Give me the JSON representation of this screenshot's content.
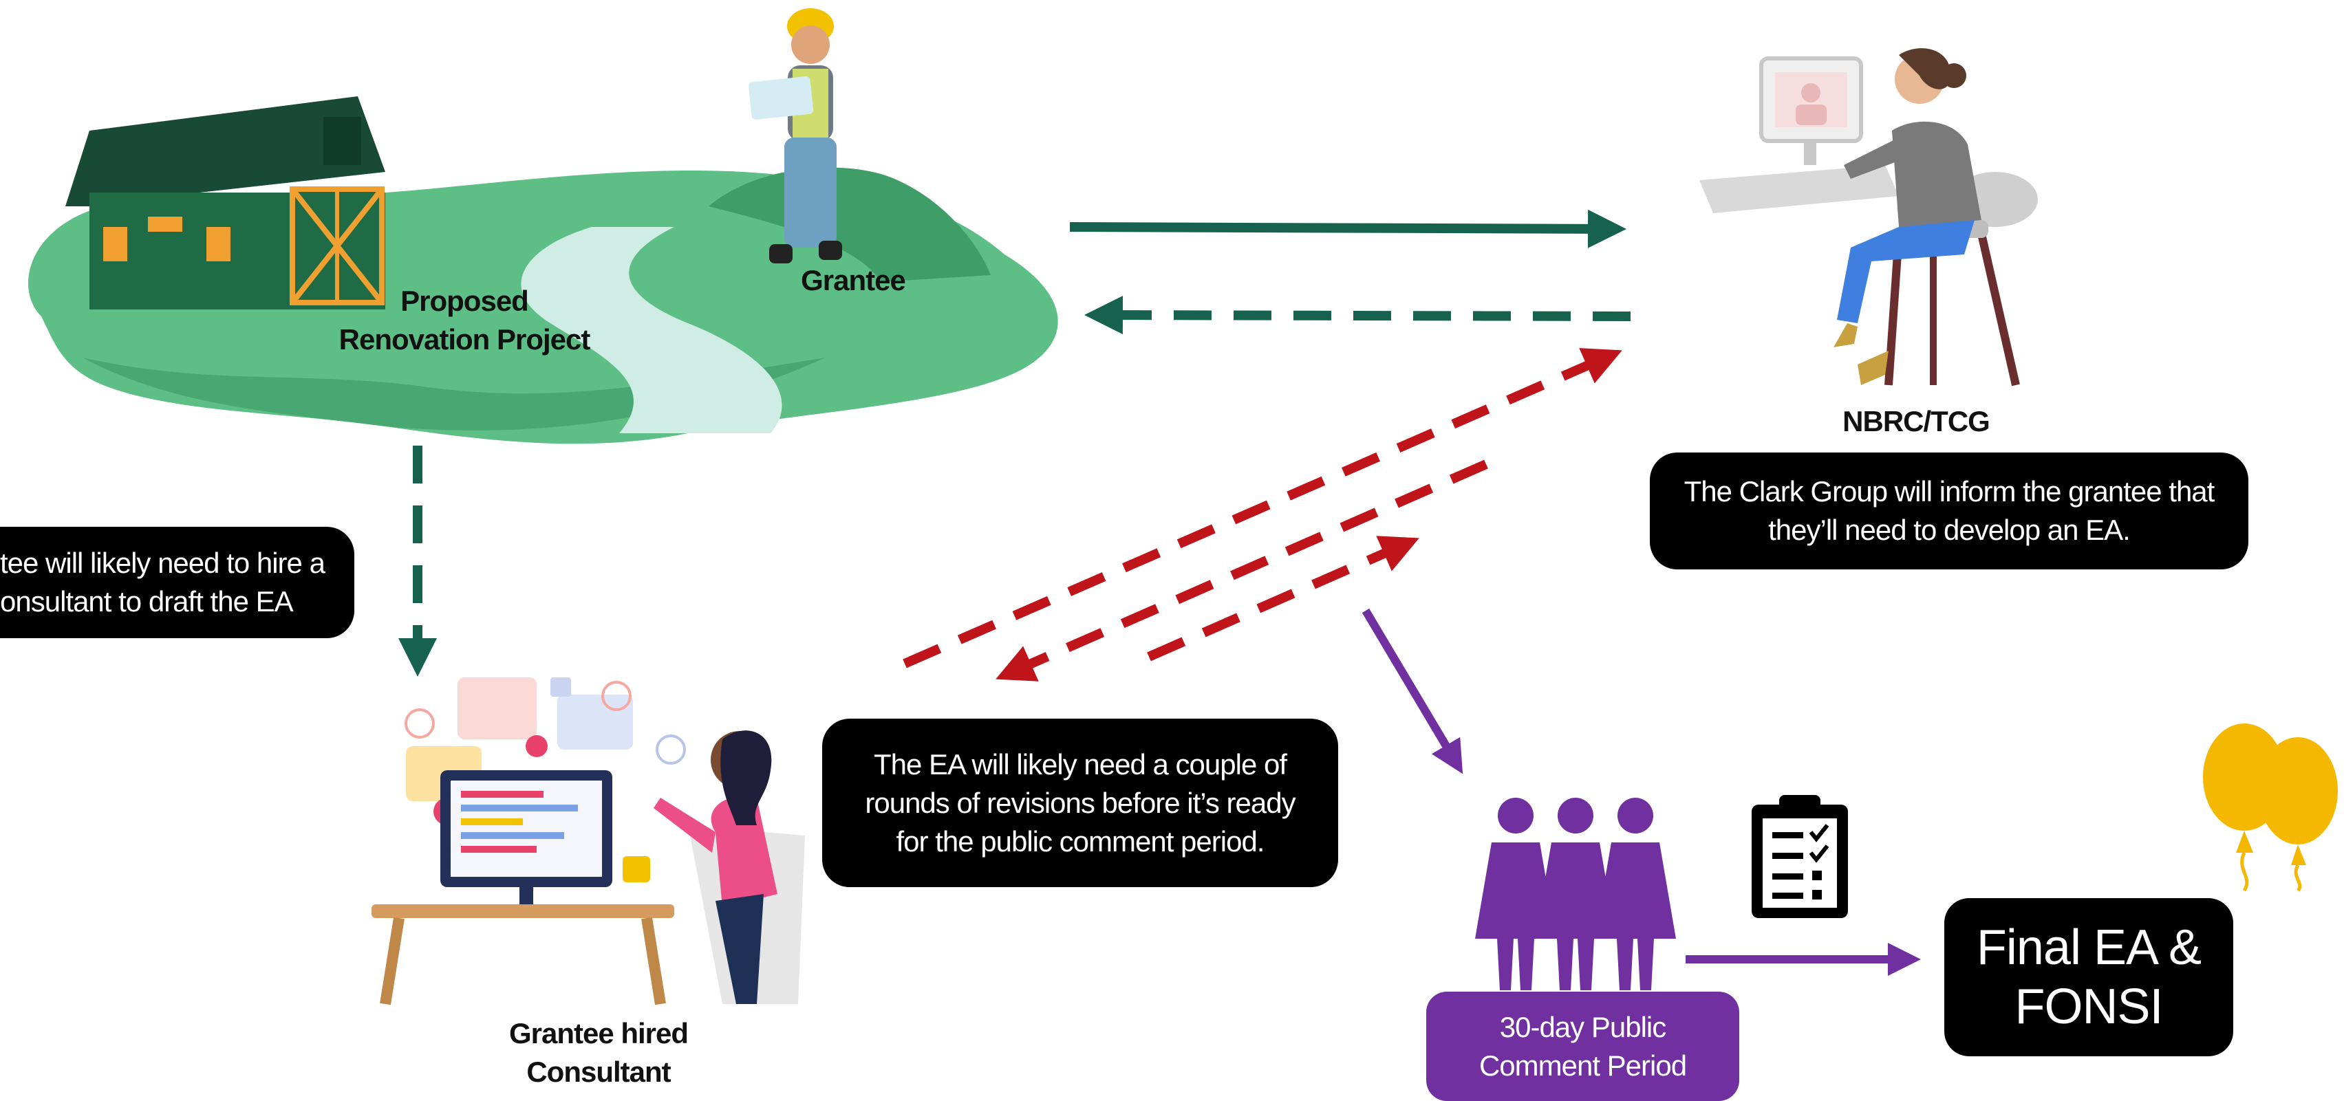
{
  "labels": {
    "project": "Proposed\nRenovation Project",
    "grantee": "Grantee",
    "agency": "NBRC/TCG",
    "consultant": "Grantee hired\nConsultant"
  },
  "callouts": {
    "clark_group": "The Clark Group will inform the grantee that\nthey’ll need to develop an EA.",
    "hire_consultant": "tee will likely need to hire a\nonsultant to draft the EA",
    "revisions": "The EA will likely need a couple of\nrounds of revisions before it’s ready\nfor the public comment period.",
    "comment_period": "30-day Public\nComment Period",
    "final": "Final EA &\nFONSI"
  },
  "colors": {
    "teal_arrow": "#17624f",
    "red_arrow": "#c0141b",
    "purple": "#7030a0",
    "grass": "#5dbf86",
    "barn": "#1e6b45",
    "balloon": "#f5b800"
  },
  "icons": [
    "barn-icon",
    "worker-icon",
    "woman-at-computer-icon",
    "developer-at-desk-icon",
    "people-group-icon",
    "clipboard-checklist-icon",
    "balloons-icon"
  ]
}
